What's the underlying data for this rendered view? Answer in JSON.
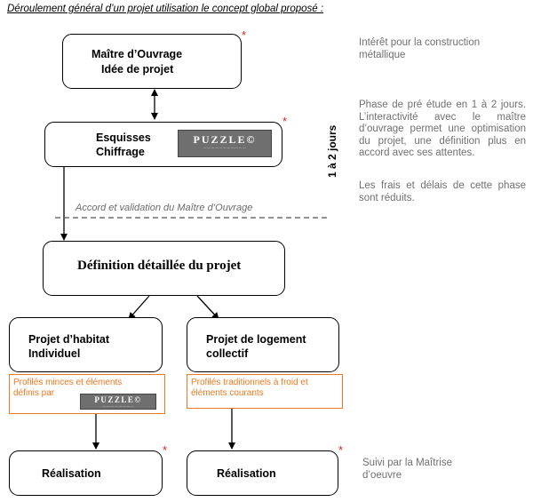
{
  "header": {
    "title": "Déroulement général d’un projet utilisation le concept global proposé :"
  },
  "boxes": {
    "moa": {
      "line1": "Maître d’Ouvrage",
      "line2": "Idée de projet",
      "star": "*"
    },
    "esquisses": {
      "line1": "Esquisses",
      "line2": "Chiffrage",
      "star": "*"
    },
    "definition": {
      "label": "Définition détaillée du projet"
    },
    "habitat": {
      "line1": "Projet d’habitat",
      "line2": "Individuel"
    },
    "logement": {
      "line1": "Projet de logement",
      "line2": "collectif"
    },
    "realisation_left": {
      "label": "Réalisation",
      "star": "*"
    },
    "realisation_right": {
      "label": "Réalisation",
      "star": "*"
    }
  },
  "logo": {
    "name": "PUZZLE©"
  },
  "orange_notes": {
    "left": "Profilés minces et éléments définis par",
    "right": "Profilés traditionnels à froid et éléments courants"
  },
  "accord": "Accord et validation du Maître d’Ouvrage",
  "vertical_label": "1 à 2 jours",
  "side_notes": {
    "interet": "Intérêt pour la construction métallique",
    "phase": "Phase de pré étude en 1 à 2 jours. L’interactivité avec le maître d’ouvrage permet une optimisation du projet, une définition plus en accord avec ses attentes.",
    "frais": "Les frais et délais de cette phase sont réduits.",
    "suivi": "Suivi par la Maîtrise d’oeuvre"
  },
  "colors": {
    "star": "#e02020",
    "orange": "#f07820",
    "side_text": "#707070",
    "dash": "#555555"
  }
}
